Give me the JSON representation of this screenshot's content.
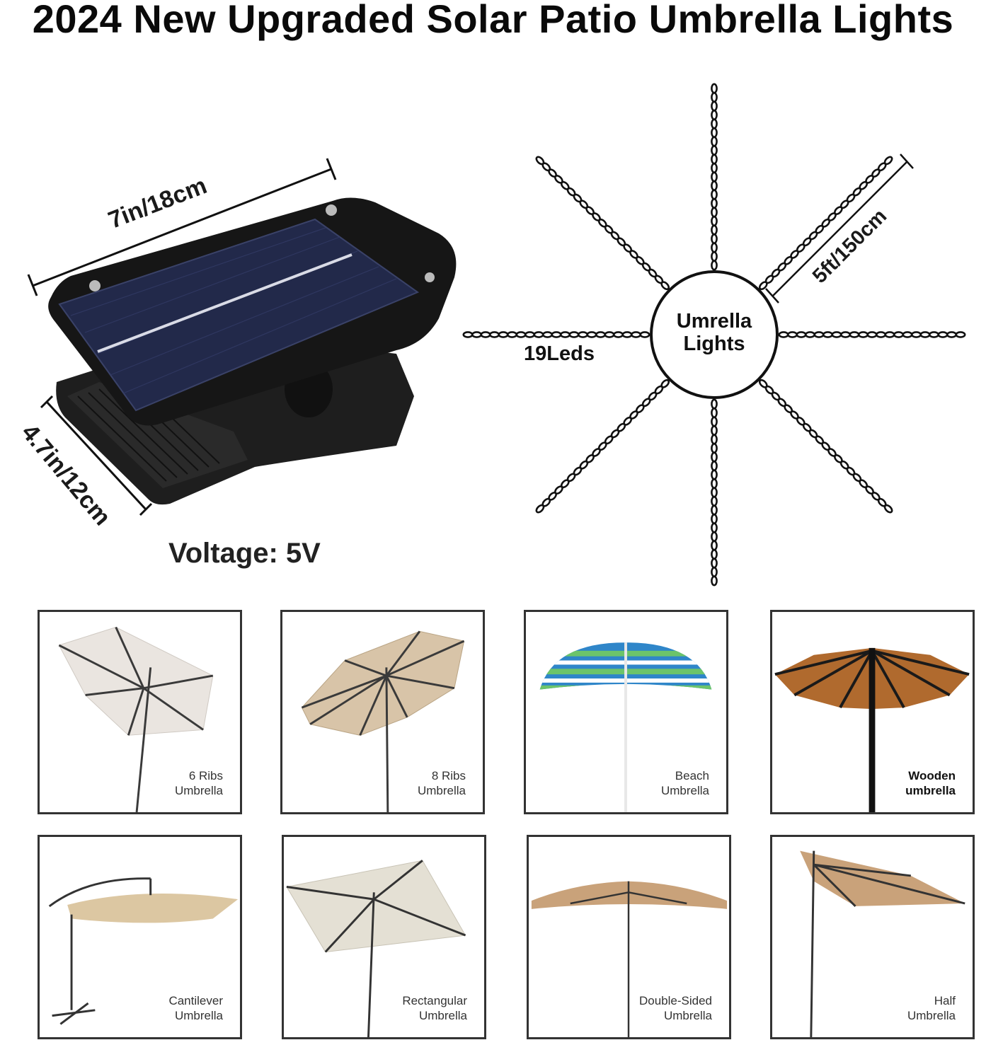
{
  "title": "2024 New Upgraded Solar Patio Umbrella Lights",
  "panel": {
    "width_label": "7in/18cm",
    "height_label": "4.7in/12cm",
    "voltage_label": "Voltage: 5V"
  },
  "diagram": {
    "hub_label_line1": "Umrella",
    "hub_label_line2": "Lights",
    "leds_label": "19Leds",
    "length_label": "5ft/150cm"
  },
  "umbrellas": [
    {
      "line1": "6 Ribs",
      "line2": "Umbrella",
      "icon": "umbrella-6-ribs"
    },
    {
      "line1": "8 Ribs",
      "line2": "Umbrella",
      "icon": "umbrella-8-ribs"
    },
    {
      "line1": "Beach",
      "line2": "Umbrella",
      "icon": "umbrella-beach"
    },
    {
      "line1": "Wooden",
      "line2": "umbrella",
      "icon": "umbrella-wooden"
    },
    {
      "line1": "Cantilever",
      "line2": "Umbrella",
      "icon": "umbrella-cantilever"
    },
    {
      "line1": "Rectangular",
      "line2": "Umbrella",
      "icon": "umbrella-rectangular"
    },
    {
      "line1": "Double-Sided",
      "line2": "Umbrella",
      "icon": "umbrella-double-sided"
    },
    {
      "line1": "Half",
      "line2": "Umbrella",
      "icon": "umbrella-half"
    }
  ]
}
